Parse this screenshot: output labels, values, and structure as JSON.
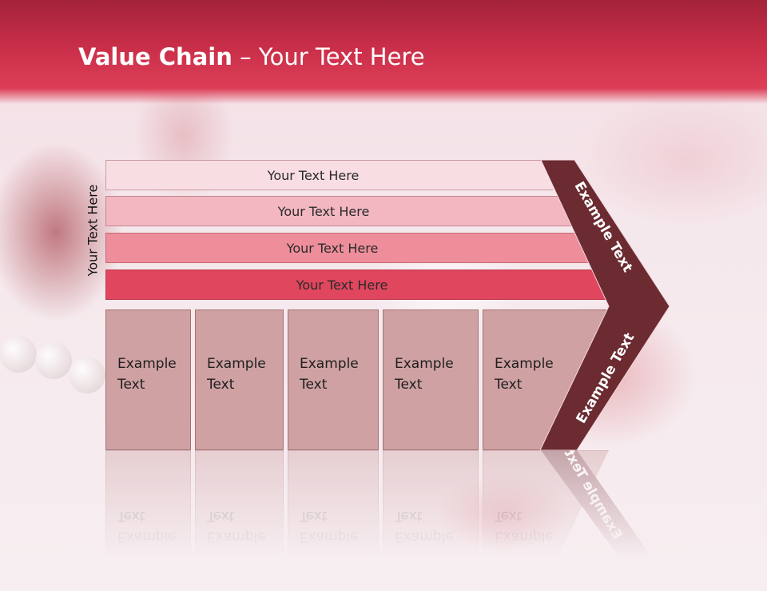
{
  "slide": {
    "title_bold": "Value Chain",
    "title_rest": " – Your Text Here",
    "side_label": "Your Text Here"
  },
  "bars": [
    {
      "label": "Your Text Here",
      "color": "#f8dde3"
    },
    {
      "label": "Your Text Here",
      "color": "#f2b7c1"
    },
    {
      "label": "Your Text Here",
      "color": "#ee8e9b"
    },
    {
      "label": "Your Text Here",
      "color": "#e0465e"
    }
  ],
  "cards": [
    {
      "line1": "Example",
      "line2": "Text"
    },
    {
      "line1": "Example",
      "line2": "Text"
    },
    {
      "line1": "Example",
      "line2": "Text"
    },
    {
      "line1": "Example",
      "line2": "Text"
    },
    {
      "line1": "Example",
      "line2": "Text"
    }
  ],
  "chevron": {
    "top_text": "Example Text",
    "bottom_text": "Example Text",
    "color": "#6b2b31"
  },
  "colors": {
    "header": "#c92e48",
    "card": "#cfa1a3"
  }
}
